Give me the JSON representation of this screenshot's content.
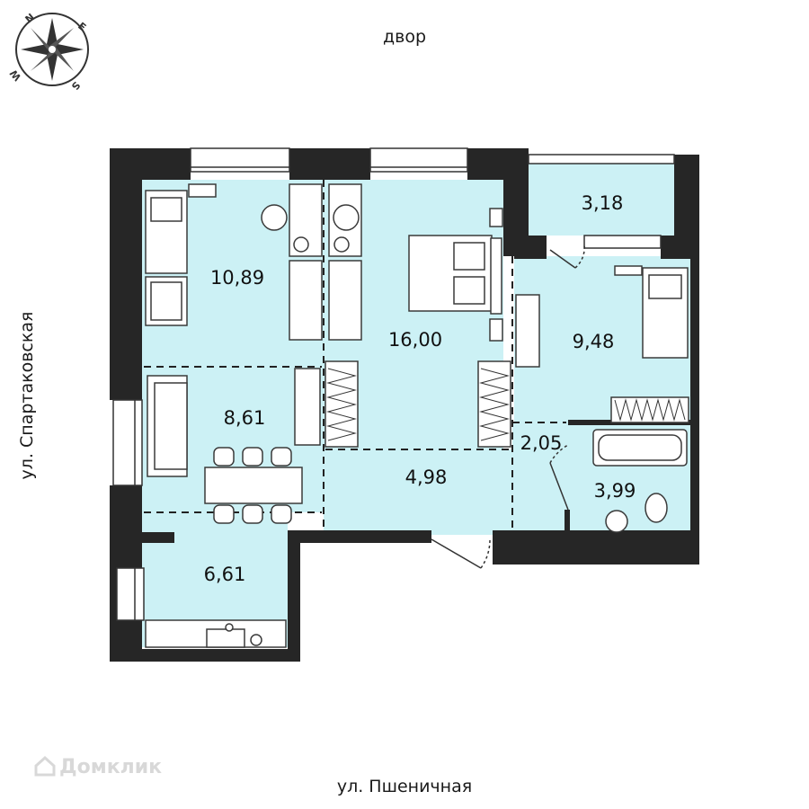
{
  "labels": {
    "street_top": "двор",
    "street_left": "ул. Спартаковская",
    "street_bottom": "ул. Пшеничная",
    "watermark": "Домклик"
  },
  "compass": {
    "letters": [
      "N",
      "E",
      "S",
      "W"
    ]
  },
  "rooms": [
    {
      "id": "bedroom-left",
      "area": "10,89"
    },
    {
      "id": "living-room",
      "area": "8,61"
    },
    {
      "id": "kitchen",
      "area": "6,61"
    },
    {
      "id": "bedroom-center",
      "area": "16,00"
    },
    {
      "id": "hallway",
      "area": "4,98"
    },
    {
      "id": "balcony",
      "area": "3,18"
    },
    {
      "id": "bedroom-right",
      "area": "9,48"
    },
    {
      "id": "corridor",
      "area": "2,05"
    },
    {
      "id": "bathroom",
      "area": "3,99"
    }
  ],
  "colors": {
    "room_fill": "#ccf1f5",
    "wall": "#262626",
    "furniture_stroke": "#3a3a3a"
  }
}
